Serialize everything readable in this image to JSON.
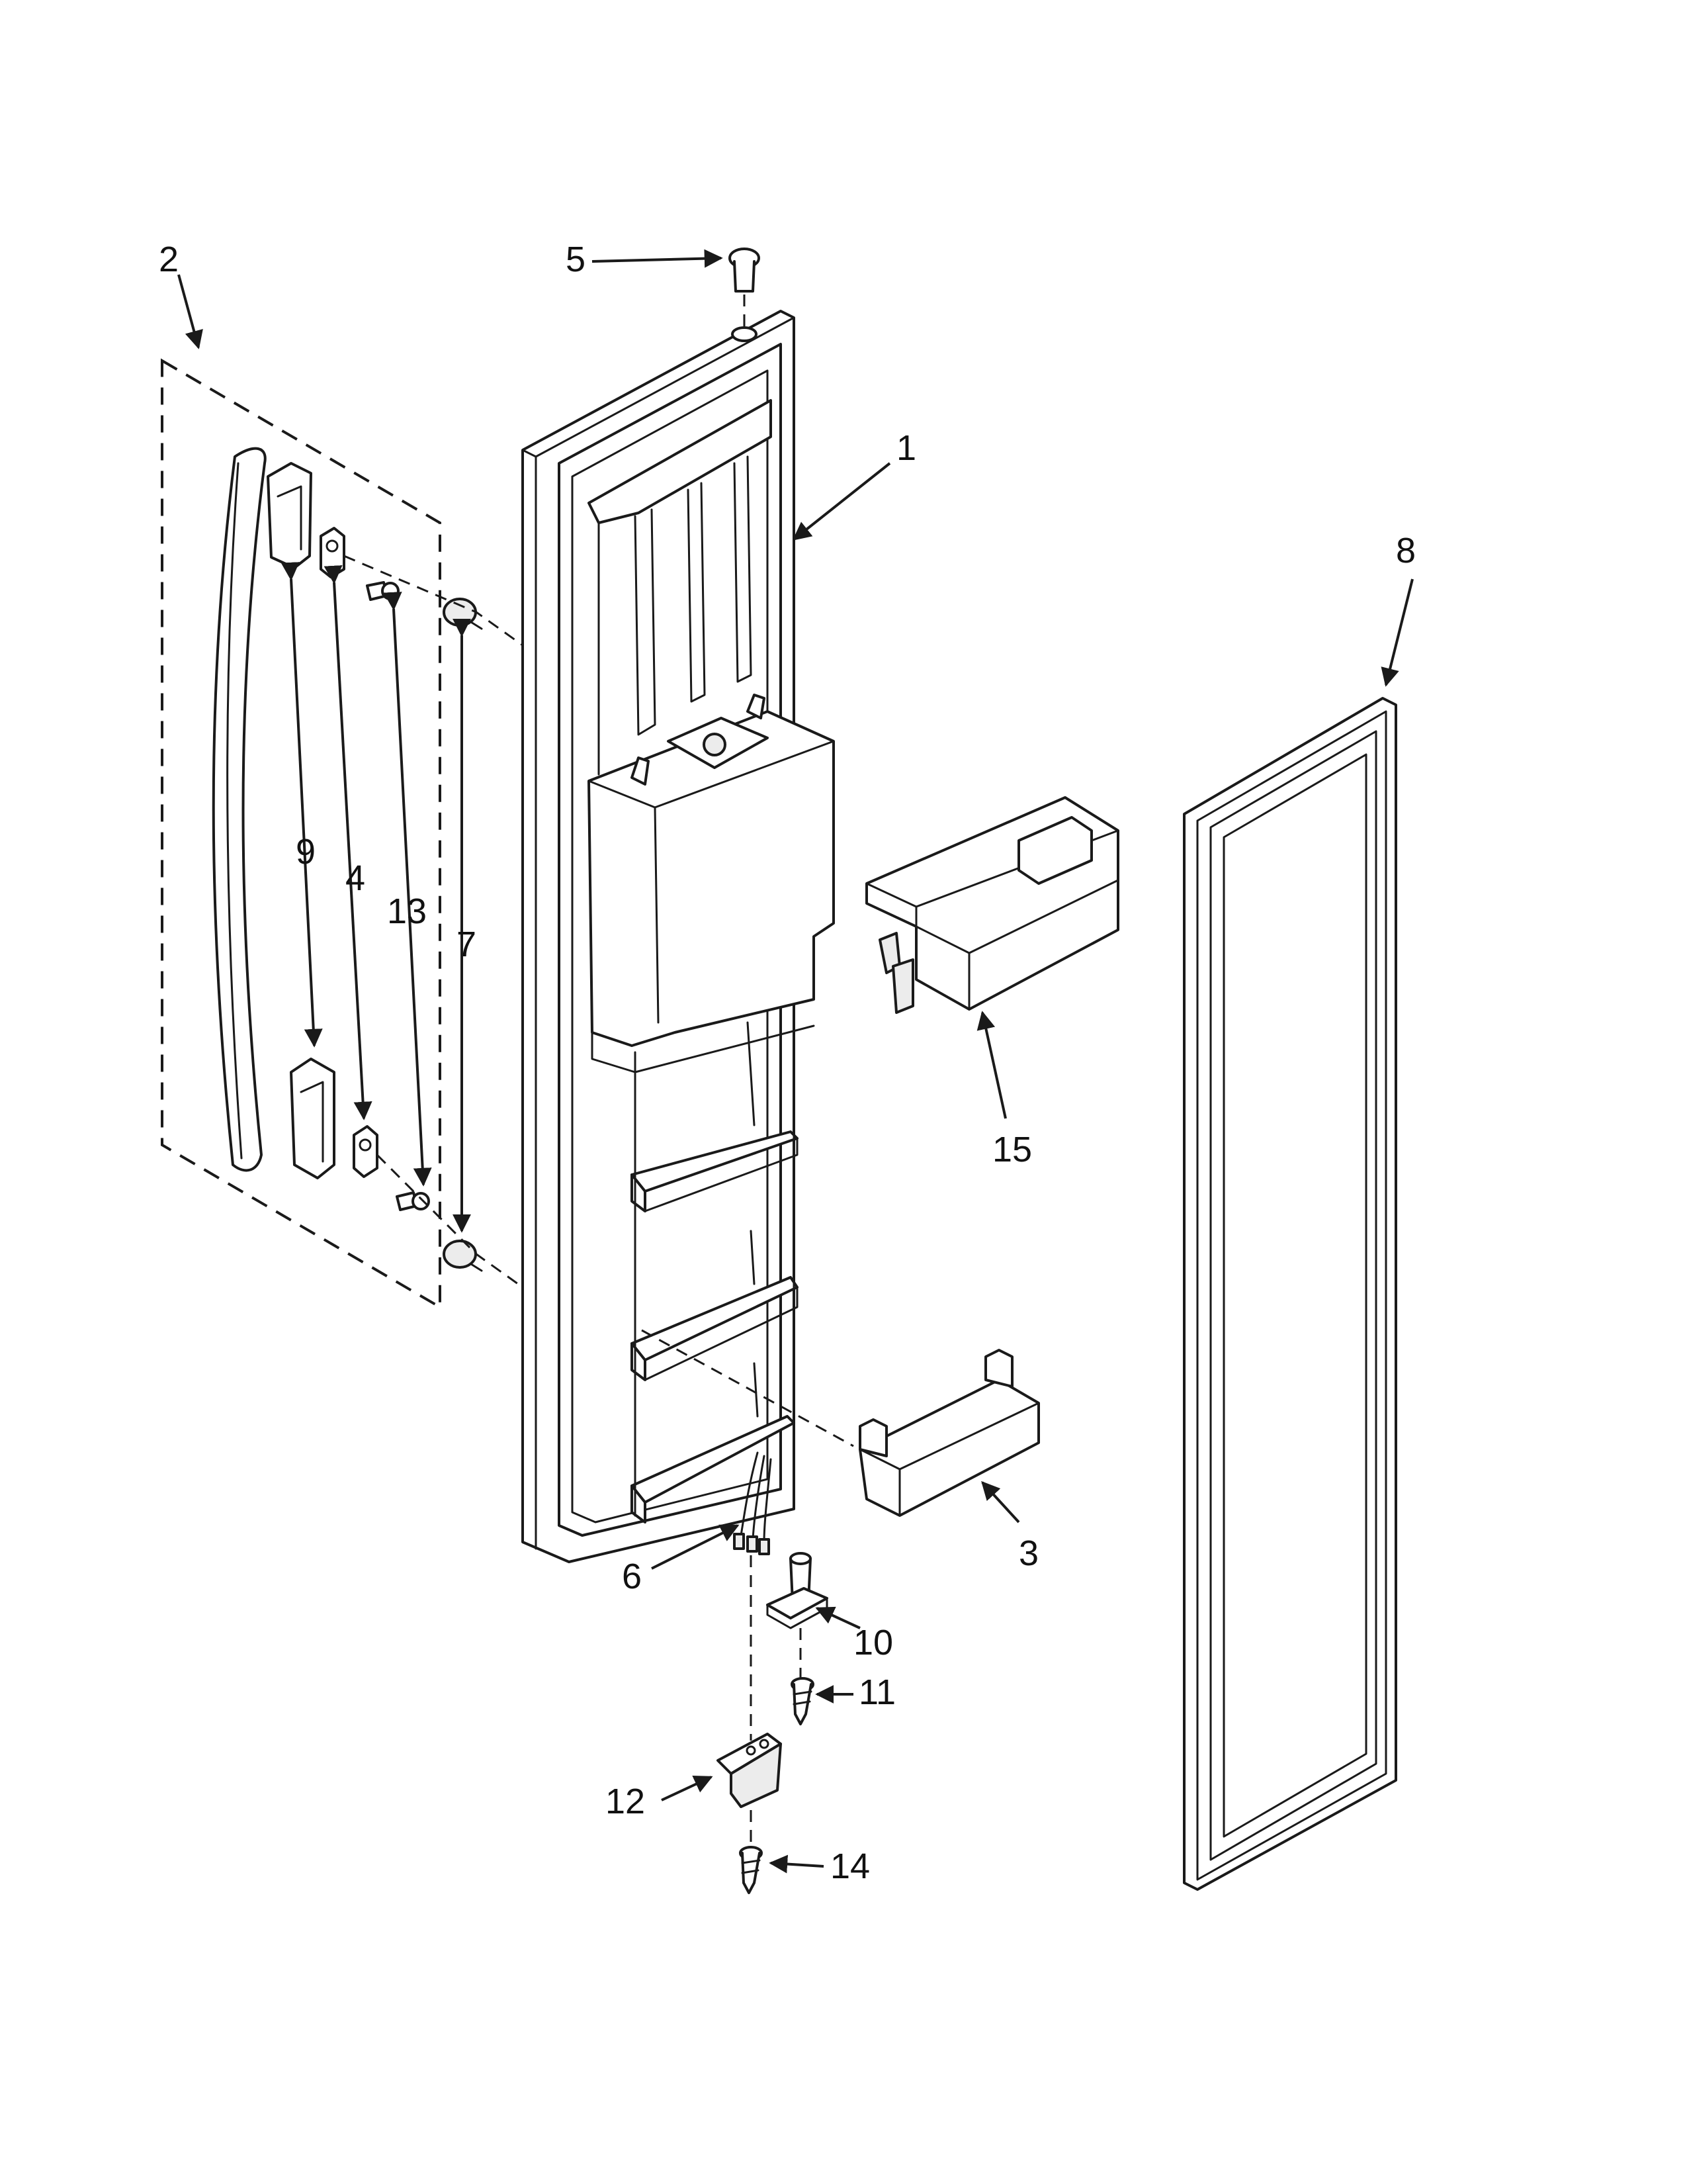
{
  "diagram": {
    "callouts": [
      {
        "id": "1",
        "label": "1"
      },
      {
        "id": "2",
        "label": "2"
      },
      {
        "id": "3",
        "label": "3"
      },
      {
        "id": "4",
        "label": "4"
      },
      {
        "id": "5",
        "label": "5"
      },
      {
        "id": "6",
        "label": "6"
      },
      {
        "id": "7",
        "label": "7"
      },
      {
        "id": "8",
        "label": "8"
      },
      {
        "id": "9",
        "label": "9"
      },
      {
        "id": "10",
        "label": "10"
      },
      {
        "id": "11",
        "label": "11"
      },
      {
        "id": "12",
        "label": "12"
      },
      {
        "id": "13",
        "label": "13"
      },
      {
        "id": "14",
        "label": "14"
      },
      {
        "id": "15",
        "label": "15"
      }
    ],
    "colors": {
      "line": "#1a1a1a",
      "fill": "#ffffff",
      "shade": "#ececec"
    }
  }
}
